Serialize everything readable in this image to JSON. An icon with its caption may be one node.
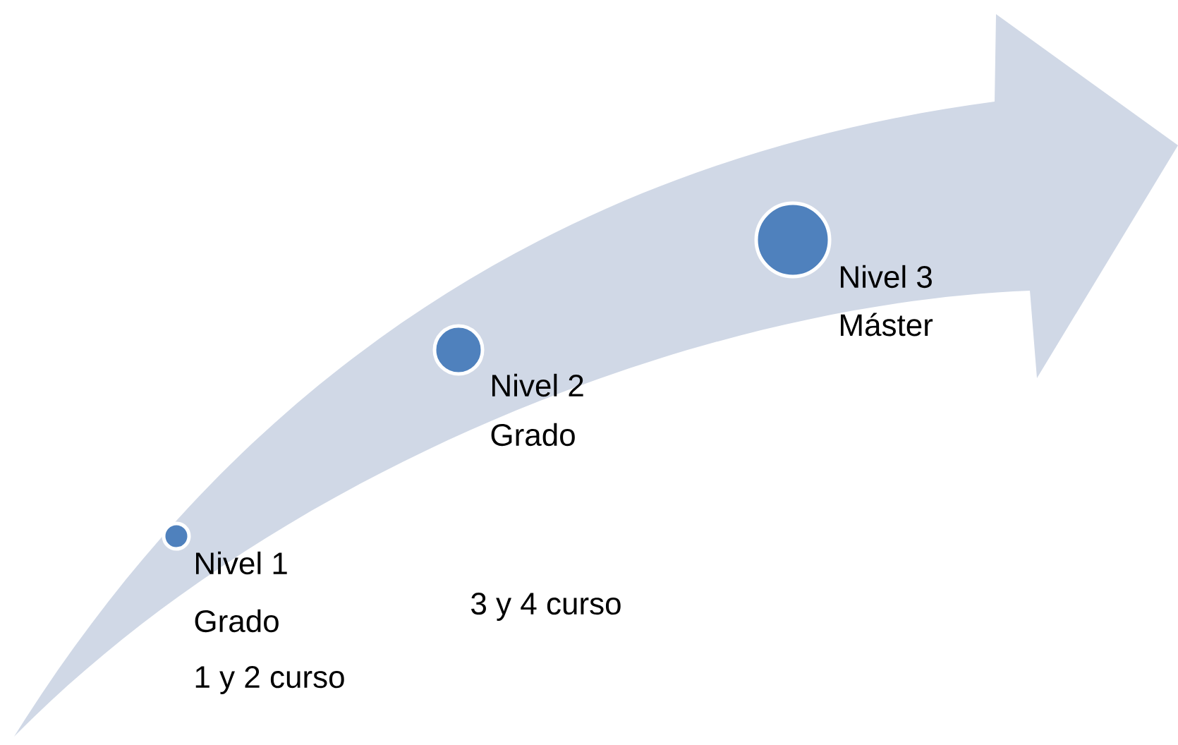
{
  "diagram": {
    "nodes": [
      {
        "text": [],
        "shape": "circle",
        "beside": [
          "Nivel 1",
          "Grado",
          "1 y 2 curso"
        ]
      },
      {
        "text": [],
        "shape": "circle",
        "beside": [
          "Nivel 2",
          "Grado"
        ]
      },
      {
        "text": [],
        "shape": "circle",
        "beside": [
          "Nivel 3",
          "Máster"
        ]
      }
    ],
    "labels": [
      "3 y 4 curso"
    ]
  }
}
